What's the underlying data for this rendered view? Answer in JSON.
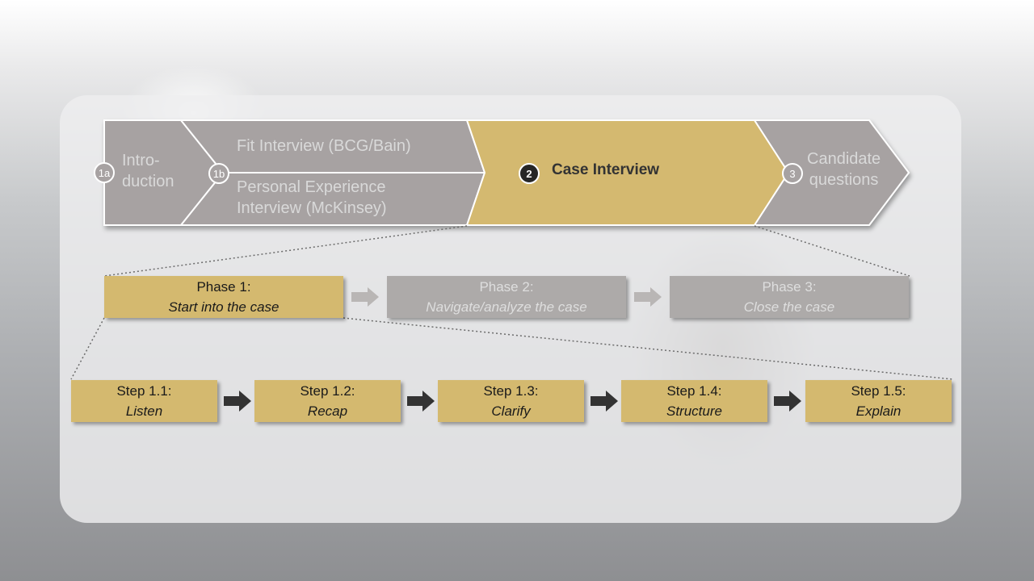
{
  "header": {
    "intro": {
      "badge": "1a",
      "line1": "Intro-",
      "line2": "duction"
    },
    "fit": {
      "badge": "1b",
      "top": "Fit Interview (BCG/Bain)",
      "bottom_line1": "Personal Experience",
      "bottom_line2": "Interview (McKinsey)"
    },
    "case": {
      "badge": "2",
      "label": "Case Interview"
    },
    "candidate": {
      "badge": "3",
      "line1": "Candidate",
      "line2": "questions"
    }
  },
  "phases": [
    {
      "title": "Phase 1:",
      "subtitle": "Start into the case",
      "active": true
    },
    {
      "title": "Phase 2:",
      "subtitle": "Navigate/analyze the case",
      "active": false
    },
    {
      "title": "Phase 3:",
      "subtitle": "Close the case",
      "active": false
    }
  ],
  "steps": [
    {
      "title": "Step 1.1:",
      "subtitle": "Listen"
    },
    {
      "title": "Step 1.2:",
      "subtitle": "Recap"
    },
    {
      "title": "Step 1.3:",
      "subtitle": "Clarify"
    },
    {
      "title": "Step 1.4:",
      "subtitle": "Structure"
    },
    {
      "title": "Step 1.5:",
      "subtitle": "Explain"
    }
  ],
  "colors": {
    "gold": "#d4b96f",
    "grey": "#adaaa9",
    "dark": "#262626"
  }
}
